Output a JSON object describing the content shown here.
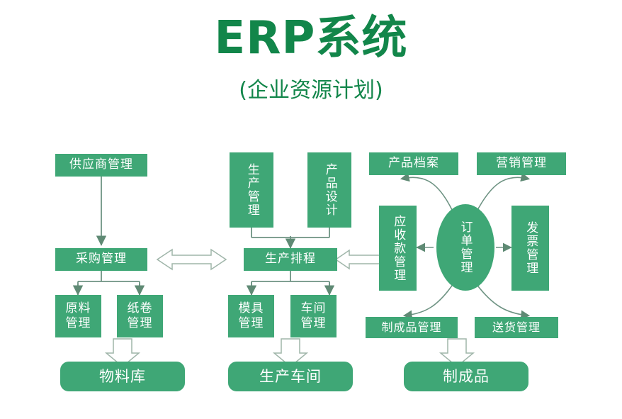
{
  "header": {
    "title": "ERP系统",
    "subtitle": "(企业资源计划)"
  },
  "colors": {
    "box_fill": "#3fa776",
    "box_text": "#ffffff",
    "title_text": "#12864a",
    "connector": "#6e8c7e",
    "background": "#ffffff"
  },
  "diagram": {
    "type": "flowchart",
    "left_column": {
      "supplier_management": "供应商管理",
      "procurement_management": "采购管理",
      "raw_material_management": "原料\n管理",
      "paper_roll_management": "纸卷\n管理",
      "material_warehouse": "物料库"
    },
    "middle_column": {
      "production_management": "生产管理",
      "product_design": "产品设计",
      "production_scheduling": "生产排程",
      "mold_management": "模具\n管理",
      "workshop_management": "车间\n管理",
      "production_workshop": "生产车间"
    },
    "right_column": {
      "product_file": "产品档案",
      "marketing_management": "营销管理",
      "receivables_management": "应收款管理",
      "order_management": "订单管理",
      "invoice_management": "发票管理",
      "finished_product_management": "制成品管理",
      "delivery_management": "送货管理",
      "finished_products": "制成品"
    },
    "connectors": [
      {
        "name": "supplier-to-procurement",
        "style": "line-arrow",
        "direction": "down"
      },
      {
        "name": "procurement-to-raw-material",
        "style": "line-arrow",
        "direction": "down"
      },
      {
        "name": "procurement-to-paper-roll",
        "style": "line-arrow",
        "direction": "down"
      },
      {
        "name": "materials-to-warehouse",
        "style": "block-arrow",
        "direction": "down"
      },
      {
        "name": "production-mgmt-to-scheduling",
        "style": "line-arrow",
        "direction": "down"
      },
      {
        "name": "product-design-to-scheduling",
        "style": "line-arrow",
        "direction": "down"
      },
      {
        "name": "scheduling-to-mold",
        "style": "line-arrow",
        "direction": "down"
      },
      {
        "name": "scheduling-to-workshop",
        "style": "line-arrow",
        "direction": "down"
      },
      {
        "name": "shop-to-production-workshop",
        "style": "block-arrow",
        "direction": "down"
      },
      {
        "name": "procurement-scheduling-link",
        "style": "block-arrow",
        "direction": "both"
      },
      {
        "name": "scheduling-receivables-link",
        "style": "block-arrow",
        "direction": "both"
      },
      {
        "name": "order-to-product-file",
        "style": "curved-arrow",
        "direction": "up-left"
      },
      {
        "name": "order-to-marketing",
        "style": "curved-arrow",
        "direction": "up-right"
      },
      {
        "name": "order-to-receivables",
        "style": "line-arrow",
        "direction": "left"
      },
      {
        "name": "order-to-invoice",
        "style": "line-arrow",
        "direction": "right"
      },
      {
        "name": "order-to-finished-product-mgmt",
        "style": "curved-arrow",
        "direction": "down-left"
      },
      {
        "name": "order-to-delivery",
        "style": "curved-arrow",
        "direction": "down-right"
      },
      {
        "name": "delivery-to-finished-products",
        "style": "block-arrow",
        "direction": "down"
      }
    ]
  }
}
